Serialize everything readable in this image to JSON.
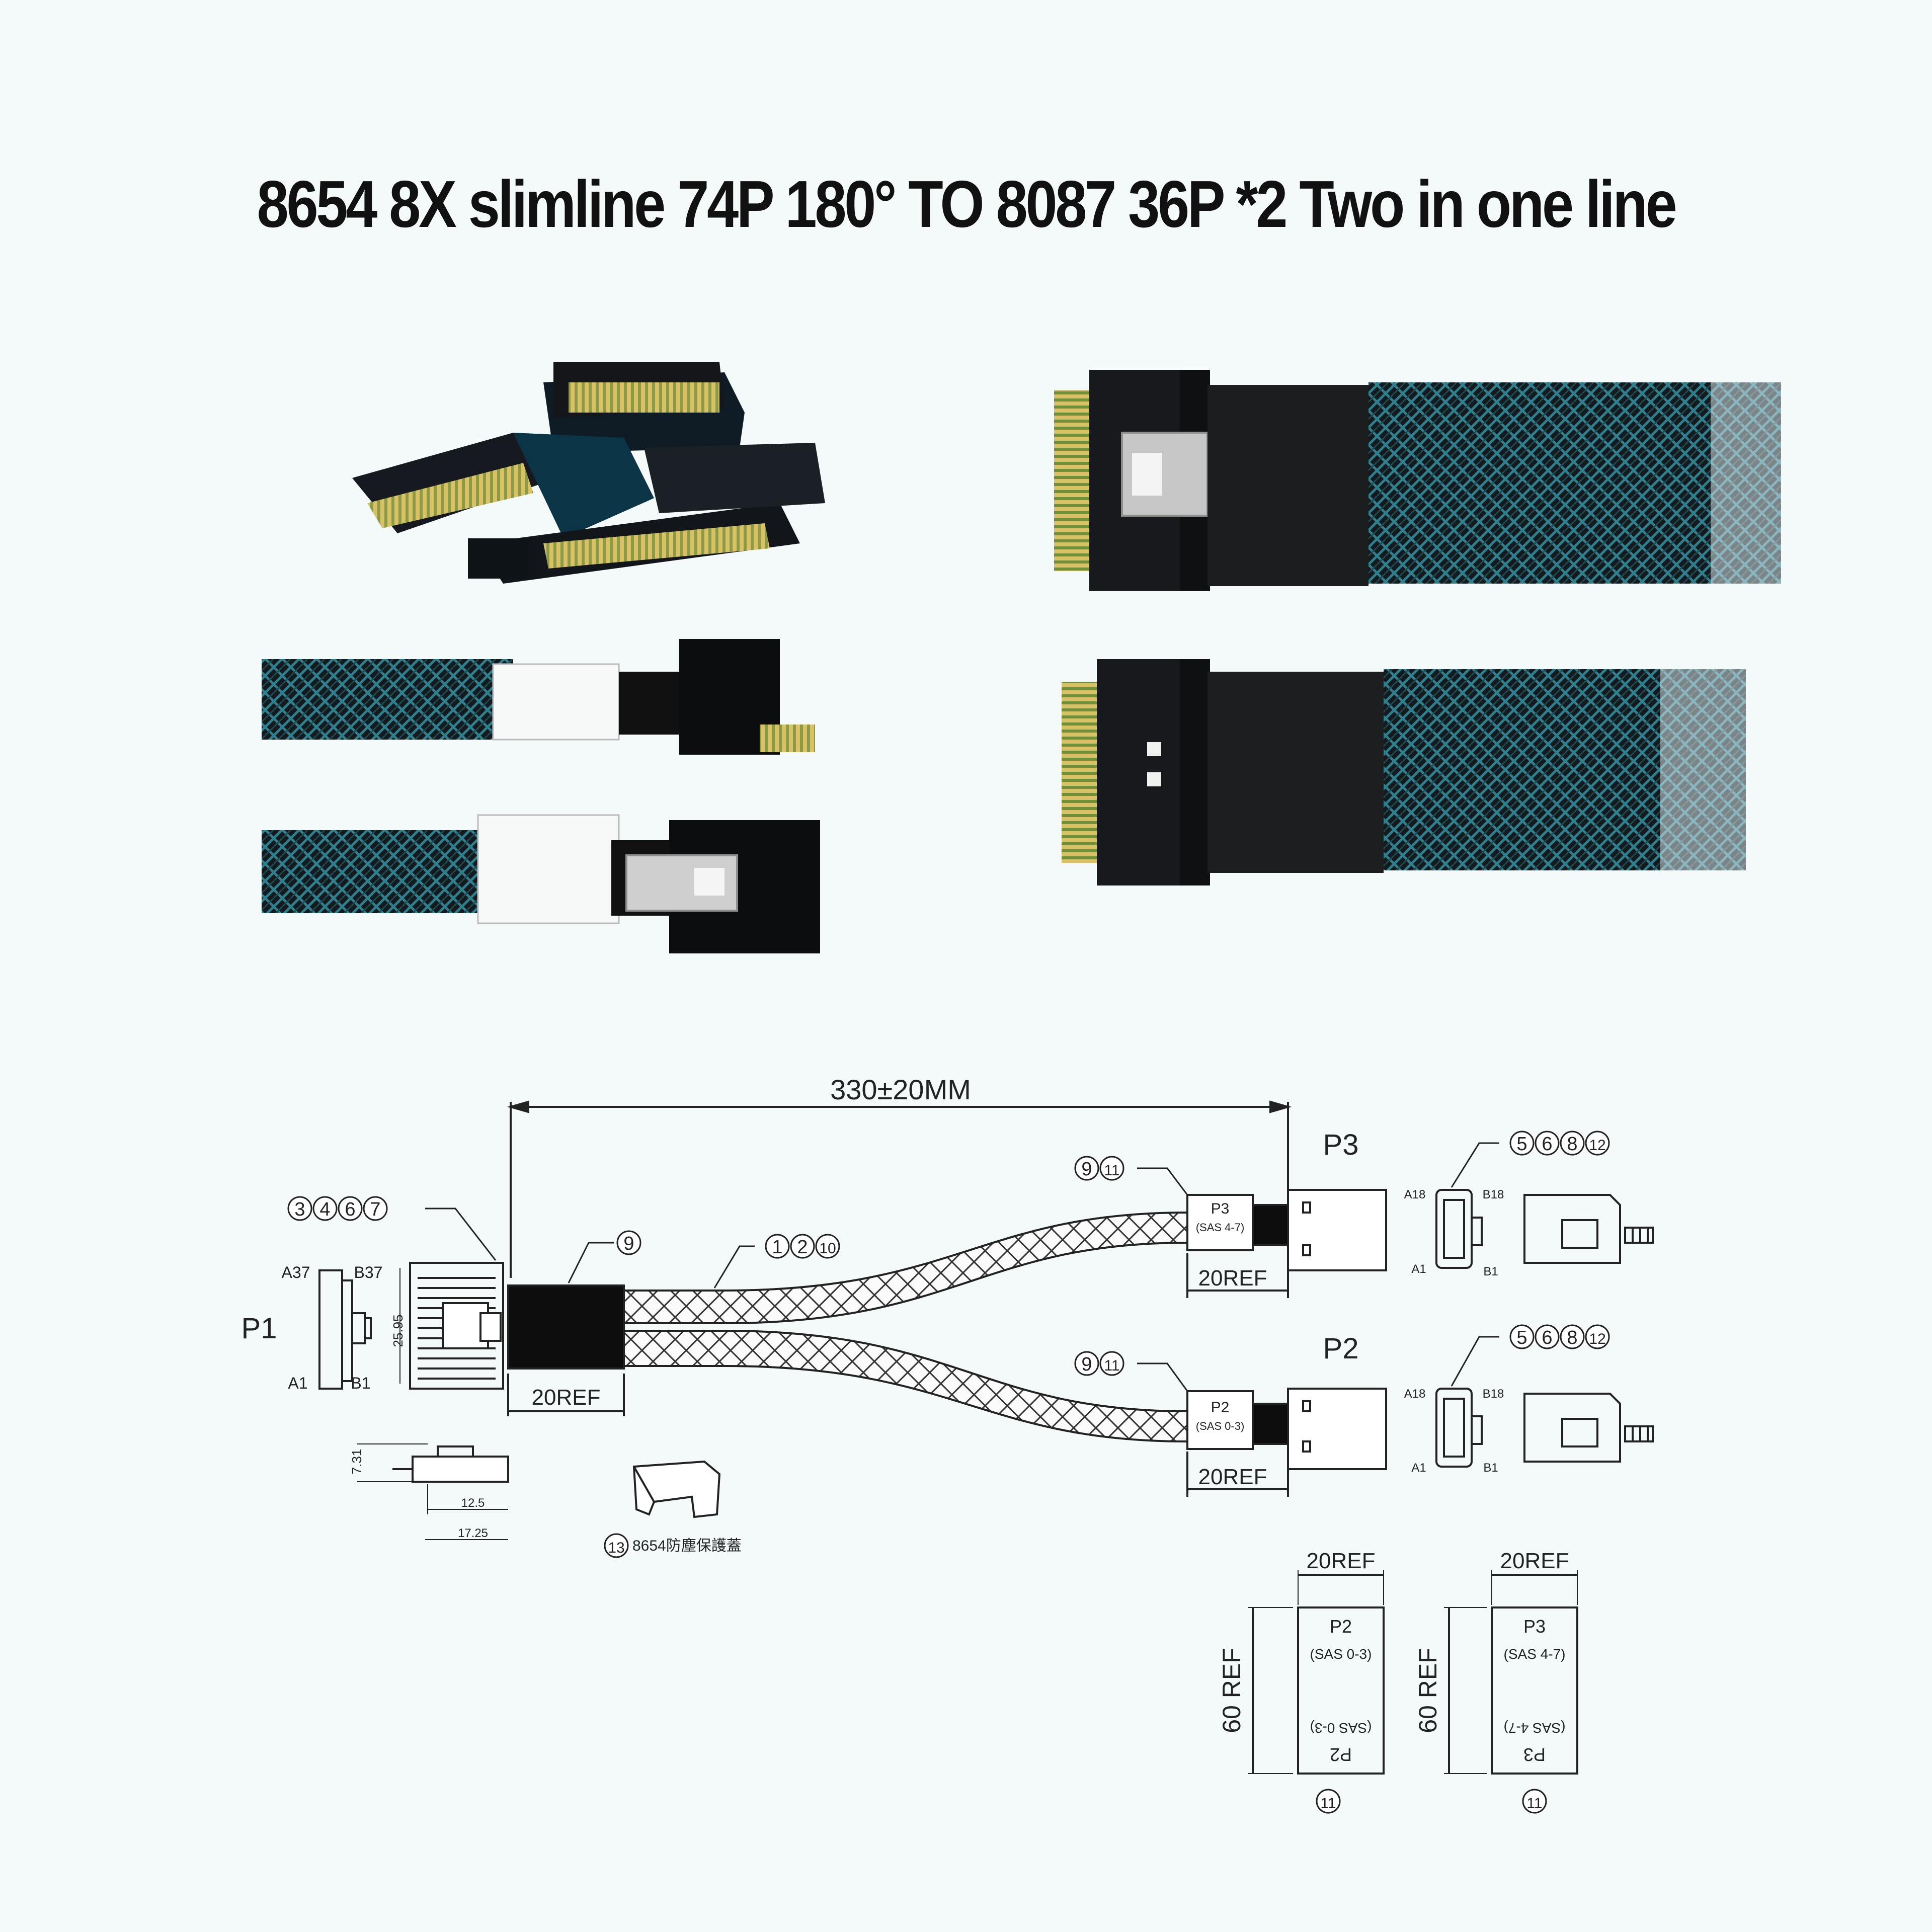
{
  "title": "8654 8X slimline  74P 180° TO 8087 36P *2 Two in one line",
  "drawing": {
    "overall_length": "330±20MM",
    "p1_label": "P1",
    "p2_label": "P2",
    "p3_label": "P3",
    "p1_pins": {
      "a37": "A37",
      "b37": "B37",
      "a1": "A1",
      "b1": "B1"
    },
    "conn_pins": {
      "a18": "A18",
      "b18": "B18",
      "a1": "A1",
      "b1": "B1"
    },
    "p1_height_dim": "25.95",
    "p1_callout": [
      "3",
      "4",
      "6",
      "7"
    ],
    "heatshrink_callout": [
      "9"
    ],
    "cable_callout": [
      "1",
      "2",
      "10"
    ],
    "p3_label_callout": [
      "9",
      "11"
    ],
    "p2_label_callout": [
      "9",
      "11"
    ],
    "p3_conn_callout": [
      "5",
      "6",
      "8",
      "12"
    ],
    "p2_conn_callout": [
      "5",
      "6",
      "8",
      "12"
    ],
    "p1_ref": "20REF",
    "p3_ref": "20REF",
    "p2_ref": "20REF",
    "p3_tag": {
      "name": "P3",
      "sub": "(SAS 4-7)"
    },
    "p2_tag": {
      "name": "P2",
      "sub": "(SAS 0-3)"
    },
    "side_dims": {
      "h": "7.31",
      "w1": "12.5",
      "w2": "17.25"
    },
    "dust_cover": {
      "num": "13",
      "text": "8654防塵保護蓋"
    },
    "label_p2": {
      "top_ref": "20REF",
      "side_ref": "60 REF",
      "name": "P2",
      "sub": "(SAS 0-3)",
      "callout": "11"
    },
    "label_p3": {
      "top_ref": "20REF",
      "side_ref": "60 REF",
      "name": "P3",
      "sub": "(SAS 4-7)",
      "callout": "11"
    }
  }
}
